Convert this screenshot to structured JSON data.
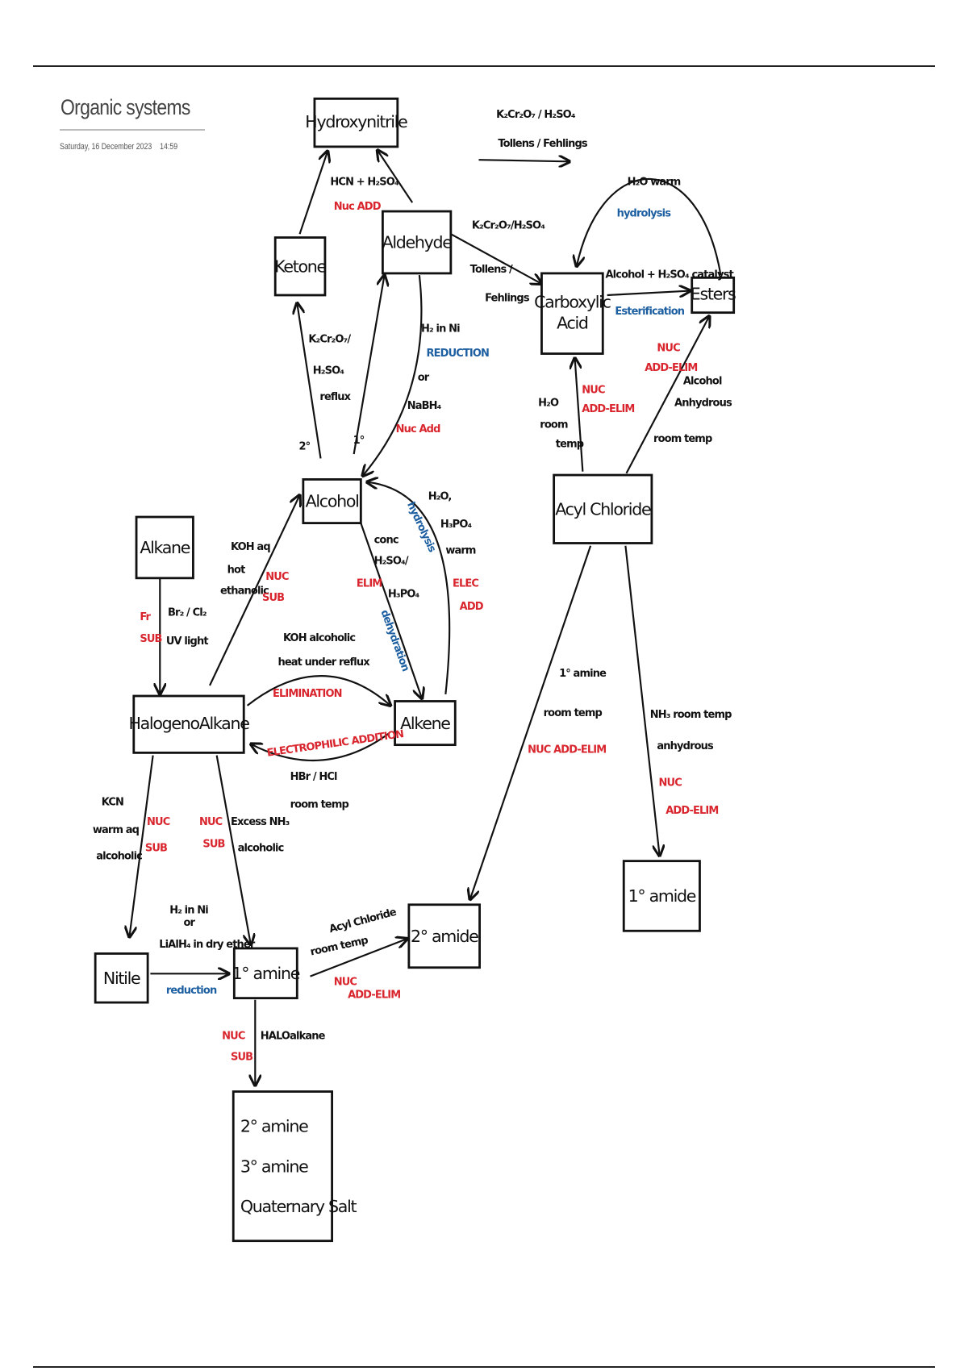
{
  "page": {
    "title": "Organic systems",
    "date": "Saturday, 16 December 2023",
    "time": "14:59"
  },
  "colors": {
    "ink": "#111111",
    "red": "#d9262e",
    "blue": "#1d5fa0"
  },
  "nodes": {
    "hydroxynitrile": [
      "Hydroxynitrile"
    ],
    "ketone": [
      "Ketone"
    ],
    "aldehyde": [
      "Aldehyde"
    ],
    "carboxylic_acid": [
      "Carboxylic",
      "Acid"
    ],
    "esters": [
      "Esters"
    ],
    "alcohol": [
      "Alcohol"
    ],
    "alkane": [
      "Alkane"
    ],
    "acyl_chloride": [
      "Acyl Chloride"
    ],
    "halogenoalkane": [
      "HalogenoAlkane"
    ],
    "alkene": [
      "Alkene"
    ],
    "nitrile": [
      "Nitile"
    ],
    "primary_amine": [
      "1° amine"
    ],
    "secondary_amide": [
      "2° amide"
    ],
    "primary_amide": [
      "1° amide"
    ],
    "amine_products": [
      "2° amine",
      "3° amine",
      "Quaternary Salt"
    ]
  },
  "labels": {
    "hcn": {
      "text": "HCN + H₂SO₄",
      "color": "ink"
    },
    "hcn_type": {
      "text": "Nuc ADD",
      "color": "red"
    },
    "legend_1": {
      "text": "K₂Cr₂O₇ / H₂SO₄",
      "color": "ink"
    },
    "legend_2": {
      "text": "Tollens / Fehlings",
      "color": "ink"
    },
    "ald_acid_1": {
      "text": "K₂Cr₂O₇/H₂SO₄",
      "color": "ink"
    },
    "ald_acid_2": {
      "text": "Tollens /",
      "color": "ink"
    },
    "ald_acid_3": {
      "text": "Fehlings",
      "color": "ink"
    },
    "ester_hyd_1": {
      "text": "H₂O warm",
      "color": "ink"
    },
    "ester_hyd_2": {
      "text": "hydrolysis",
      "color": "blue"
    },
    "ester_1": {
      "text": "Alcohol + H₂SO₄ catalyst",
      "color": "ink"
    },
    "ester_2": {
      "text": "Esterification",
      "color": "blue"
    },
    "ox_1": {
      "text": "K₂Cr₂O₇/",
      "color": "ink"
    },
    "ox_2": {
      "text": "H₂SO₄",
      "color": "ink"
    },
    "ox_3": {
      "text": "reflux",
      "color": "ink"
    },
    "deg2": {
      "text": "2°",
      "color": "ink"
    },
    "deg1": {
      "text": "1°",
      "color": "ink"
    },
    "red_1": {
      "text": "H₂ in Ni",
      "color": "ink"
    },
    "red_2": {
      "text": "REDUCTION",
      "color": "blue"
    },
    "red_3": {
      "text": "or",
      "color": "ink"
    },
    "red_4": {
      "text": "NaBH₄",
      "color": "ink"
    },
    "red_5": {
      "text": "Nuc Add",
      "color": "red"
    },
    "acyl_acid_1": {
      "text": "H₂O",
      "color": "ink"
    },
    "acyl_acid_2": {
      "text": "room",
      "color": "ink"
    },
    "acyl_acid_3": {
      "text": "temp",
      "color": "ink"
    },
    "acyl_acid_4": {
      "text": "NUC",
      "color": "red"
    },
    "acyl_acid_5": {
      "text": "ADD-ELIM",
      "color": "red"
    },
    "acyl_ester_1": {
      "text": "NUC",
      "color": "red"
    },
    "acyl_ester_2": {
      "text": "ADD-ELIM",
      "color": "red"
    },
    "acyl_ester_3": {
      "text": "Alcohol",
      "color": "ink"
    },
    "acyl_ester_4": {
      "text": "Anhydrous",
      "color": "ink"
    },
    "acyl_ester_5": {
      "text": "room temp",
      "color": "ink"
    },
    "dehyd_1": {
      "text": "conc",
      "color": "ink"
    },
    "dehyd_2": {
      "text": "H₂SO₄/",
      "color": "ink"
    },
    "dehyd_3": {
      "text": "H₃PO₄",
      "color": "ink"
    },
    "dehyd_4": {
      "text": "ELIM",
      "color": "red"
    },
    "dehyd_5": {
      "text": "dehydration",
      "color": "blue"
    },
    "hydr_1": {
      "text": "hydrolysis",
      "color": "blue"
    },
    "hydr_2": {
      "text": "H₂O,",
      "color": "ink"
    },
    "hydr_3": {
      "text": "H₃PO₄",
      "color": "ink"
    },
    "hydr_4": {
      "text": "warm",
      "color": "ink"
    },
    "hydr_5": {
      "text": "ELEC",
      "color": "red"
    },
    "hydr_6": {
      "text": "ADD",
      "color": "red"
    },
    "halo_alc_1": {
      "text": "KOH aq",
      "color": "ink"
    },
    "halo_alc_2": {
      "text": "hot",
      "color": "ink"
    },
    "halo_alc_3": {
      "text": "ethanolic",
      "color": "ink"
    },
    "halo_alc_4": {
      "text": "NUC",
      "color": "red"
    },
    "halo_alc_5": {
      "text": "SUB",
      "color": "red"
    },
    "alkane_1": {
      "text": "Fr",
      "color": "red"
    },
    "alkane_2": {
      "text": "SUB",
      "color": "red"
    },
    "alkane_3": {
      "text": "Br₂ / Cl₂",
      "color": "ink"
    },
    "alkane_4": {
      "text": "UV light",
      "color": "ink"
    },
    "elim_1": {
      "text": "KOH alcoholic",
      "color": "ink"
    },
    "elim_2": {
      "text": "heat under reflux",
      "color": "ink"
    },
    "elim_3": {
      "text": "ELIMINATION",
      "color": "red"
    },
    "eadd_1": {
      "text": "ELECTROPHILIC ADDITION",
      "color": "red"
    },
    "eadd_2": {
      "text": "HBr / HCl",
      "color": "ink"
    },
    "eadd_3": {
      "text": "room temp",
      "color": "ink"
    },
    "kcn_1": {
      "text": "KCN",
      "color": "ink"
    },
    "kcn_2": {
      "text": "warm aq",
      "color": "ink"
    },
    "kcn_3": {
      "text": "alcoholic",
      "color": "ink"
    },
    "kcn_4": {
      "text": "NUC",
      "color": "red"
    },
    "kcn_5": {
      "text": "SUB",
      "color": "red"
    },
    "nh3_1": {
      "text": "NUC",
      "color": "red"
    },
    "nh3_2": {
      "text": "SUB",
      "color": "red"
    },
    "nh3_3": {
      "text": "Excess NH₃",
      "color": "ink"
    },
    "nh3_4": {
      "text": "alcoholic",
      "color": "ink"
    },
    "nred_1": {
      "text": "H₂ in Ni",
      "color": "ink"
    },
    "nred_2": {
      "text": "or",
      "color": "ink"
    },
    "nred_3": {
      "text": "LiAlH₄ in dry ether",
      "color": "ink"
    },
    "nred_4": {
      "text": "reduction",
      "color": "blue"
    },
    "amide2_1": {
      "text": "Acyl Chloride",
      "color": "ink"
    },
    "amide2_2": {
      "text": "room temp",
      "color": "ink"
    },
    "amide2_3": {
      "text": "NUC",
      "color": "red"
    },
    "amide2_4": {
      "text": "ADD-ELIM",
      "color": "red"
    },
    "amine_sub_1": {
      "text": "NUC",
      "color": "red"
    },
    "amine_sub_2": {
      "text": "SUB",
      "color": "red"
    },
    "amine_sub_3": {
      "text": "HALOalkane",
      "color": "ink"
    },
    "acyl_amine_1": {
      "text": "1° amine",
      "color": "ink"
    },
    "acyl_amine_2": {
      "text": "room temp",
      "color": "ink"
    },
    "acyl_amine_3": {
      "text": "NUC  ADD-ELIM",
      "color": "red"
    },
    "acyl_nh3_1": {
      "text": "NH₃ room temp",
      "color": "ink"
    },
    "acyl_nh3_2": {
      "text": "anhydrous",
      "color": "ink"
    },
    "acyl_nh3_3": {
      "text": "NUC",
      "color": "red"
    },
    "acyl_nh3_4": {
      "text": "ADD-ELIM",
      "color": "red"
    }
  }
}
